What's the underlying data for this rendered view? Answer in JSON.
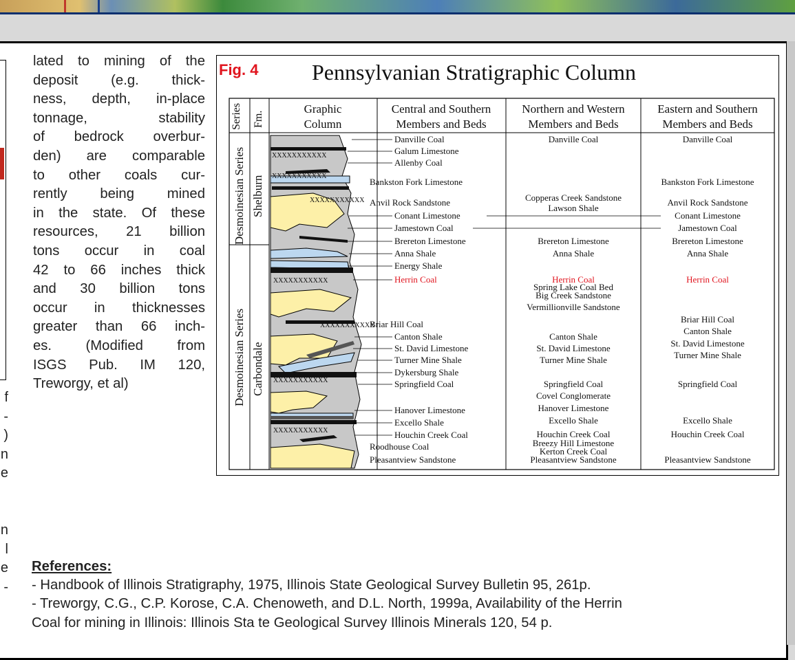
{
  "body_lines": [
    "lated to mining of the",
    "deposit (e.g. thick-",
    "ness, depth, in-place",
    "tonnage, stability",
    "of bedrock overbur-",
    "den) are comparable",
    "to other coals cur-",
    "rently being mined",
    "in the state. Of these",
    "resources, 21 billion",
    "tons occur in coal",
    "42 to 66 inches thick",
    "and 30 billion tons",
    "occur in thicknesses",
    "greater than 66 inch-",
    "es. (Modified from",
    "ISGS Pub. IM 120,",
    "Treworgy, et al)"
  ],
  "left_fragments": [
    "f",
    "-",
    ")",
    "n",
    "e",
    "",
    "",
    "n",
    "l",
    "e",
    "-"
  ],
  "figure": {
    "label": "Fig. 4",
    "title": "Pennsylvanian Stratigraphic Column",
    "headers": {
      "series": "Series",
      "fm": "Fm.",
      "graphic": [
        "Graphic",
        "Column"
      ],
      "central": [
        "Central and Southern",
        "Members and Beds"
      ],
      "northern": [
        "Northern and Western",
        "Members and Beds"
      ],
      "eastern": [
        "Eastern and Southern",
        "Members and Beds"
      ]
    },
    "series_names": [
      "Desmoinesian Series",
      "Desmoinesian Series"
    ],
    "formations": [
      "Shelburn",
      "Carbondale"
    ],
    "central_units": [
      "Danville Coal",
      "Galum Limestone",
      "Allenby Coal",
      "Bankston Fork Limestone",
      "Anvil Rock Sandstone",
      "Conant Limestone",
      "Jamestown Coal",
      "Brereton Limestone",
      "Anna Shale",
      "Energy Shale",
      "Herrin Coal",
      "Briar Hill Coal",
      "Canton Shale",
      "St. David Limestone",
      "Turner Mine Shale",
      "Dykersburg Shale",
      "Springfield Coal",
      "Hanover Limestone",
      "Excello Shale",
      "Houchin Creek Coal",
      "Roodhouse Coal",
      "Pleasantview Sandstone"
    ],
    "northern_units": [
      "Danville Coal",
      "Copperas Creek Sandstone",
      "Lawson Shale",
      "Brereton Limestone",
      "Anna Shale",
      "Herrin Coal",
      "Spring Lake Coal Bed",
      "Big Creek Sandstone",
      "Vermillionville Sandstone",
      "Canton Shale",
      "St. David Limestone",
      "Turner Mine Shale",
      "Springfield Coal",
      "Covel Conglomerate",
      "Hanover Limestone",
      "Excello Shale",
      "Houchin Creek Coal",
      "Breezy Hill Limestone",
      "Kerton Creek Coal",
      "Pleasantview Sandstone"
    ],
    "eastern_units": [
      "Danville Coal",
      "Bankston Fork Limestone",
      "Anvil Rock Sandstone",
      "Conant Limestone",
      "Jamestown Coal",
      "Brereton Limestone",
      "Anna Shale",
      "Herrin Coal",
      "Briar Hill Coal",
      "Canton Shale",
      "St. David Limestone",
      "Turner Mine Shale",
      "Springfield Coal",
      "Excello Shale",
      "Houchin Creek Coal",
      "Pleasantview Sandstone"
    ],
    "highlight_color": "#e0141e",
    "coal_symbol": "XXXXXXXXXXX"
  },
  "references": {
    "heading": "References",
    "colon": ":",
    "lines": [
      "- Handbook of Illinois Stratigraphy, 1975, Illinois State Geological Survey Bulletin 95, 261p.",
      "- Treworgy, C.G., C.P. Korose, C.A. Chenoweth, and D.L. North, 1999a, Availability of the Herrin",
      "Coal for mining in Illinois: Illinois Sta te Geological Survey Illinois Minerals 120, 54 p."
    ]
  }
}
